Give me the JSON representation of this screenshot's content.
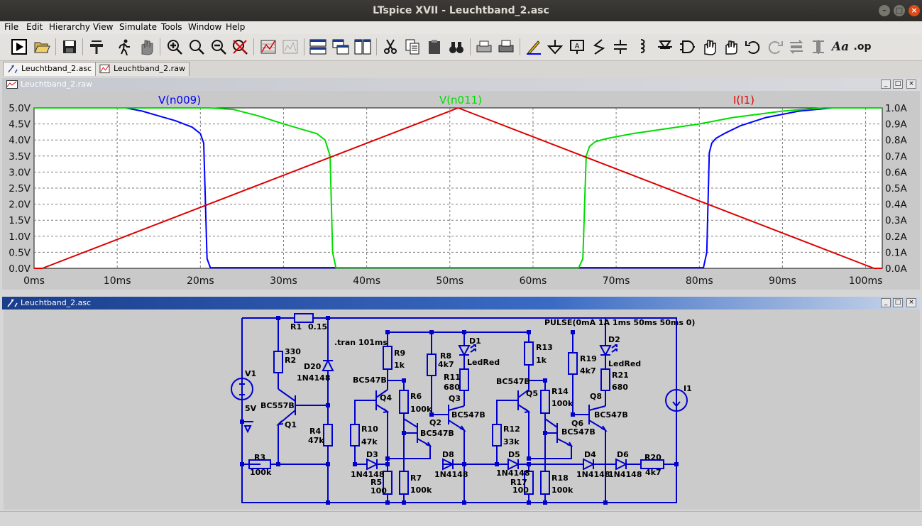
{
  "window": {
    "title": "LTspice XVII - Leuchtband_2.asc"
  },
  "menu": [
    "File",
    "Edit",
    "Hierarchy",
    "View",
    "Simulate",
    "Tools",
    "Window",
    "Help"
  ],
  "toolbar_icons": [
    "run-icon",
    "open-icon",
    "save-icon",
    "control-panel-icon",
    "halt-icon",
    "pan-icon",
    "zoom-in-icon",
    "zoom-pan-icon",
    "zoom-out-icon",
    "zoom-fit-icon",
    "autorange-icon",
    "fft-icon",
    "tile-horizontal-icon",
    "cascade-icon",
    "tile-vertical-icon",
    "cut-icon",
    "copy-icon",
    "paste-icon",
    "find-icon",
    "print-setup-icon",
    "print-icon",
    "draw-wire-icon",
    "ground-icon",
    "label-net-icon",
    "resistor-icon",
    "capacitor-icon",
    "inductor-icon",
    "diode-icon",
    "component-icon",
    "move-icon",
    "drag-icon",
    "undo-icon",
    "redo-icon",
    "rotate-icon",
    "mirror-icon",
    "text-icon",
    "spice-directive-icon"
  ],
  "tabs": [
    {
      "label": "Leuchtband_2.asc",
      "icon": "schematic-icon",
      "active": true
    },
    {
      "label": "Leuchtband_2.raw",
      "icon": "waveform-icon",
      "active": false
    }
  ],
  "plot_window": {
    "title": "Leuchtband_2.raw",
    "buttons": [
      "_",
      "□",
      "×"
    ]
  },
  "schematic_window": {
    "title": "Leuchtband_2.asc",
    "buttons": [
      "_",
      "□",
      "×"
    ]
  },
  "chart_data": {
    "type": "line",
    "xlabel": "",
    "x_ticks": [
      "0ms",
      "10ms",
      "20ms",
      "30ms",
      "40ms",
      "50ms",
      "60ms",
      "70ms",
      "80ms",
      "90ms",
      "100ms"
    ],
    "xlim": [
      0,
      102
    ],
    "y_left_ticks": [
      "0.0V",
      "0.5V",
      "1.0V",
      "1.5V",
      "2.0V",
      "2.5V",
      "3.0V",
      "3.5V",
      "4.0V",
      "4.5V",
      "5.0V"
    ],
    "ylim_left": [
      0,
      5
    ],
    "y_right_ticks": [
      "0.0A",
      "0.1A",
      "0.2A",
      "0.3A",
      "0.4A",
      "0.5A",
      "0.6A",
      "0.7A",
      "0.8A",
      "0.9A",
      "1.0A"
    ],
    "ylim_right": [
      0,
      1
    ],
    "grid": true,
    "series": [
      {
        "name": "V(n009)",
        "color": "#0000ff",
        "axis": "left",
        "x": [
          0,
          11,
          13,
          15,
          17,
          19,
          20,
          20.4,
          20.8,
          21.2,
          22,
          80.5,
          80.9,
          81.2,
          81.5,
          82,
          83,
          85,
          88,
          92,
          96,
          102
        ],
        "y": [
          5.0,
          5.0,
          4.9,
          4.75,
          4.6,
          4.4,
          4.2,
          3.9,
          0.3,
          0.02,
          0.02,
          0.02,
          0.5,
          3.6,
          3.9,
          4.05,
          4.2,
          4.45,
          4.7,
          4.9,
          5.0,
          5.0
        ]
      },
      {
        "name": "V(n011)",
        "color": "#00dd00",
        "axis": "left",
        "x": [
          0,
          21,
          24,
          27,
          30,
          32,
          34,
          35,
          35.6,
          35.9,
          36.3,
          37,
          65.5,
          66.0,
          66.4,
          66.8,
          67.5,
          69,
          72,
          76,
          80,
          84,
          90,
          95,
          102
        ],
        "y": [
          5.0,
          5.0,
          4.95,
          4.75,
          4.5,
          4.35,
          4.2,
          4.0,
          3.5,
          0.5,
          0.02,
          0.02,
          0.02,
          0.3,
          3.5,
          3.8,
          3.95,
          4.05,
          4.2,
          4.35,
          4.5,
          4.7,
          4.9,
          5.0,
          5.0
        ]
      },
      {
        "name": "I(I1)",
        "color": "#dd0000",
        "axis": "right",
        "x": [
          0,
          1,
          51,
          101,
          102
        ],
        "y": [
          0,
          0,
          1.0,
          0,
          0
        ]
      }
    ]
  },
  "schematic": {
    "labels": {
      "r1": "R1",
      "r1v": "0.15",
      "r2": "R2",
      "r2v": "330",
      "r3": "R3",
      "r3v": "100k",
      "r4": "R4",
      "r4v": "47k",
      "r5": "R5",
      "r5v": "100",
      "r6": "R6",
      "r6v": "100k",
      "r7": "R7",
      "r7v": "100k",
      "r8": "R8",
      "r8v": "4k7",
      "r9": "R9",
      "r9v": "1k",
      "r10": "R10",
      "r10v": "47k",
      "r11": "R11",
      "r11v": "680",
      "r12": "R12",
      "r12v": "33k",
      "r13": "R13",
      "r13v": "1k",
      "r14": "R14",
      "r14v": "100k",
      "r17": "R17",
      "r17v": "100",
      "r18": "R18",
      "r18v": "100k",
      "r19": "R19",
      "r19v": "4k7",
      "r20": "R20",
      "r20v": "4k7",
      "r21": "R21",
      "r21v": "680",
      "v1": "V1",
      "v1v": "5V",
      "i1": "I1",
      "pulse": "PULSE(0mA 1A 1ms 50ms 50ms 0)",
      "tran": ".tran 101ms",
      "q1": "Q1",
      "q1m": "BC557B",
      "q2": "Q2",
      "q2m": "BC547B",
      "q3": "Q3",
      "q3m": "BC547B",
      "q4": "Q4",
      "q4m": "BC547B",
      "q5": "Q5",
      "q5m": "BC547B",
      "q6": "Q6",
      "q6m": "BC547B",
      "q8": "Q8",
      "q8m": "BC547B",
      "d1": "D1",
      "d1m": "LedRed",
      "d2": "D2",
      "d2m": "LedRed",
      "d3": "D3",
      "d3m": "1N4148",
      "d4": "D4",
      "d4m": "1N4148",
      "d5": "D5",
      "d5m": "1N4148",
      "d6": "D6",
      "d6m": "1N4148",
      "d8": "D8",
      "d8m": "1N4148",
      "d20": "D20",
      "d20m": "1N4148"
    }
  }
}
